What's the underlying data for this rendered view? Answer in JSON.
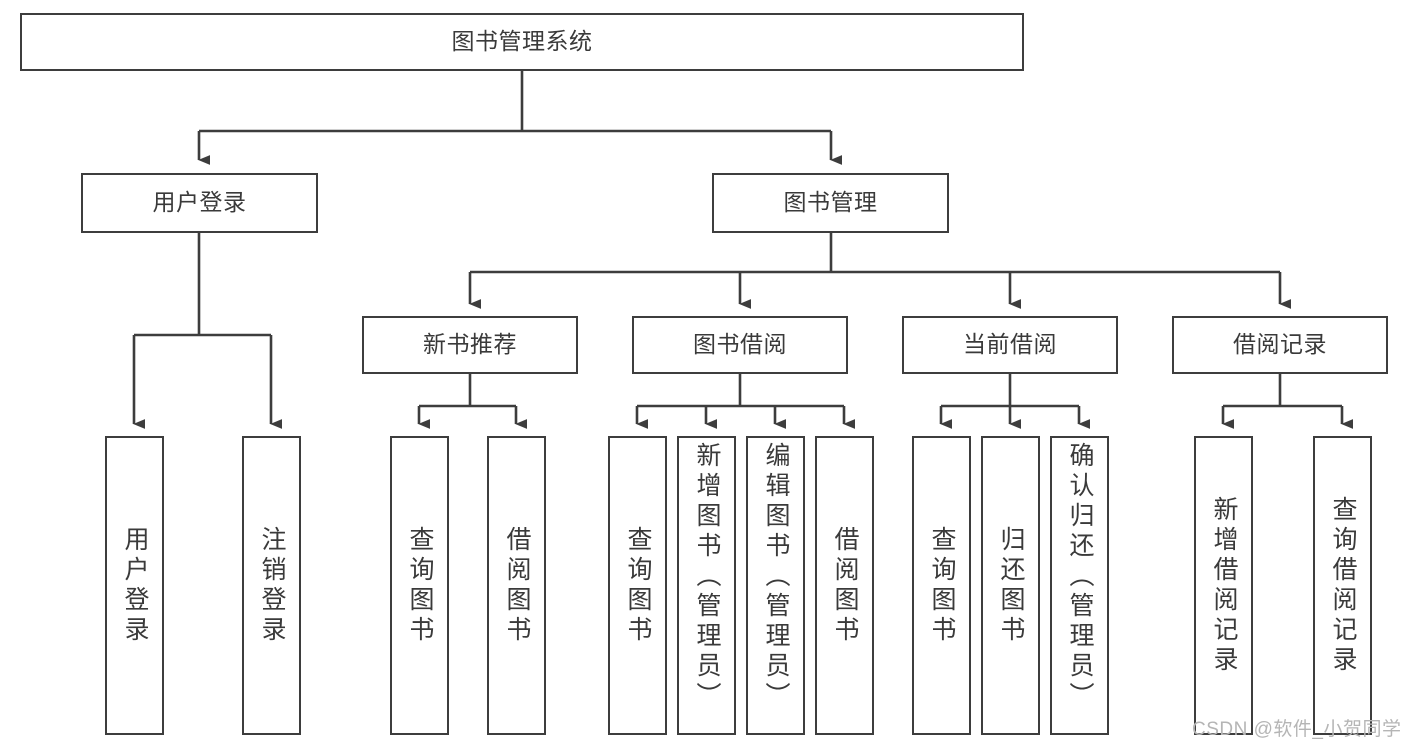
{
  "diagram": {
    "type": "tree-hierarchy-diagram",
    "title": "图书管理系统",
    "colors": {
      "box_border": "#3d3d3d",
      "box_fill": "#ffffff",
      "text": "#3a3a3a",
      "edge": "#3d3d3d",
      "background": "#ffffff",
      "watermark": "#b5b5b5"
    },
    "nodes": {
      "root": {
        "label": "图书管理系统",
        "orientation": "horizontal"
      },
      "level1": [
        {
          "label": "用户登录",
          "orientation": "horizontal"
        },
        {
          "label": "图书管理",
          "orientation": "horizontal"
        }
      ],
      "level2": [
        {
          "label": "新书推荐",
          "orientation": "horizontal"
        },
        {
          "label": "图书借阅",
          "orientation": "horizontal"
        },
        {
          "label": "当前借阅",
          "orientation": "horizontal"
        },
        {
          "label": "借阅记录",
          "orientation": "horizontal"
        }
      ],
      "leaves_user_login": [
        {
          "label": "用户登录",
          "orientation": "vertical"
        },
        {
          "label": "注销登录",
          "orientation": "vertical"
        }
      ],
      "leaves_new_book": [
        {
          "label": "查询图书",
          "orientation": "vertical"
        },
        {
          "label": "借阅图书",
          "orientation": "vertical"
        }
      ],
      "leaves_borrow": [
        {
          "label": "查询图书",
          "orientation": "vertical"
        },
        {
          "label": "新增图书（管理员）",
          "orientation": "vertical"
        },
        {
          "label": "编辑图书（管理员）",
          "orientation": "vertical"
        },
        {
          "label": "借阅图书",
          "orientation": "vertical"
        }
      ],
      "leaves_current": [
        {
          "label": "查询图书",
          "orientation": "vertical"
        },
        {
          "label": "归还图书",
          "orientation": "vertical"
        },
        {
          "label": "确认归还（管理员）",
          "orientation": "vertical"
        }
      ],
      "leaves_record": [
        {
          "label": "新增借阅记录",
          "orientation": "vertical"
        },
        {
          "label": "查询借阅记录",
          "orientation": "vertical"
        }
      ]
    },
    "watermark": "CSDN @软件_小贺同学"
  }
}
